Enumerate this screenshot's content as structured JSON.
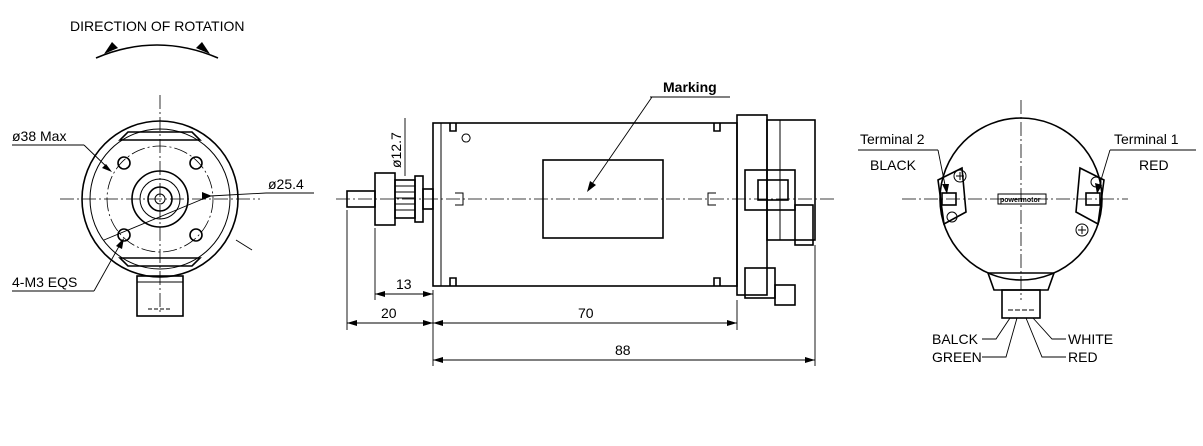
{
  "labels": {
    "rotation": "DIRECTION OF ROTATION",
    "dia_max": "ø38 Max",
    "dia_pcd": "ø25.4",
    "holes": "4-M3 EQS",
    "dia_pulley": "ø12.7",
    "marking": "Marking",
    "terminal2": "Terminal 2",
    "terminal2_color": "BLACK",
    "terminal1": "Terminal 1",
    "terminal1_color": "RED",
    "dim_13": "13",
    "dim_20": "20",
    "dim_70": "70",
    "dim_88": "88",
    "wire_balck": "BALCK",
    "wire_green": "GREEN",
    "wire_white": "WHITE",
    "wire_red": "RED",
    "brand": "powermotor"
  },
  "colors": {
    "line": "#000000",
    "background": "#ffffff"
  }
}
